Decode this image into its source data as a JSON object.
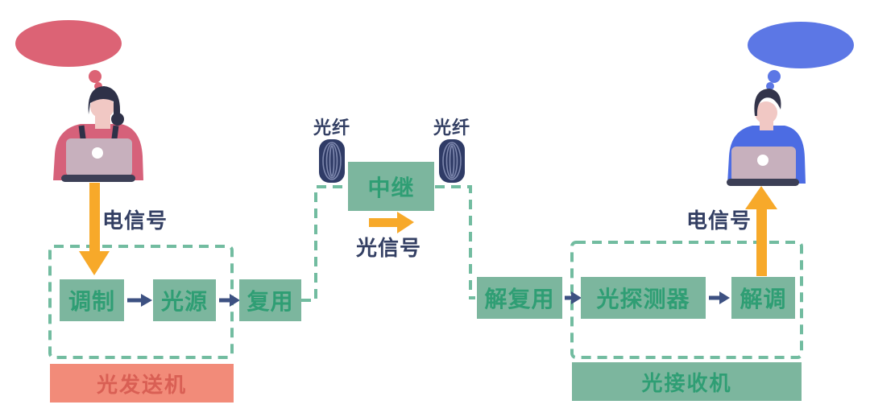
{
  "diagram": {
    "transmitter": {
      "label": "光发送机",
      "modulation": "调制",
      "light_source": "光源",
      "multiplexer": "复用"
    },
    "link": {
      "fiber_left": "光纤",
      "fiber_right": "光纤",
      "repeater": "中继",
      "optical_signal": "光信号"
    },
    "receiver": {
      "label": "光接收机",
      "demultiplexer": "解复用",
      "photodetector": "光探测器",
      "demodulator": "解调"
    },
    "signals": {
      "electrical_left": "电信号",
      "electrical_right": "电信号"
    },
    "colors": {
      "box_green": "#7CB69E",
      "box_green_text": "#2F9E74",
      "dashed_green": "#72BCA0",
      "transmitter_band_fill": "#F28B79",
      "transmitter_band_text": "#D95F54",
      "navy_text": "#333F63",
      "flow_arrow_navy": "#3D5182",
      "signal_arrow_orange": "#F7A92A",
      "thought_bubble_red": "#DC6375",
      "thought_bubble_blue": "#5C77E5"
    }
  }
}
